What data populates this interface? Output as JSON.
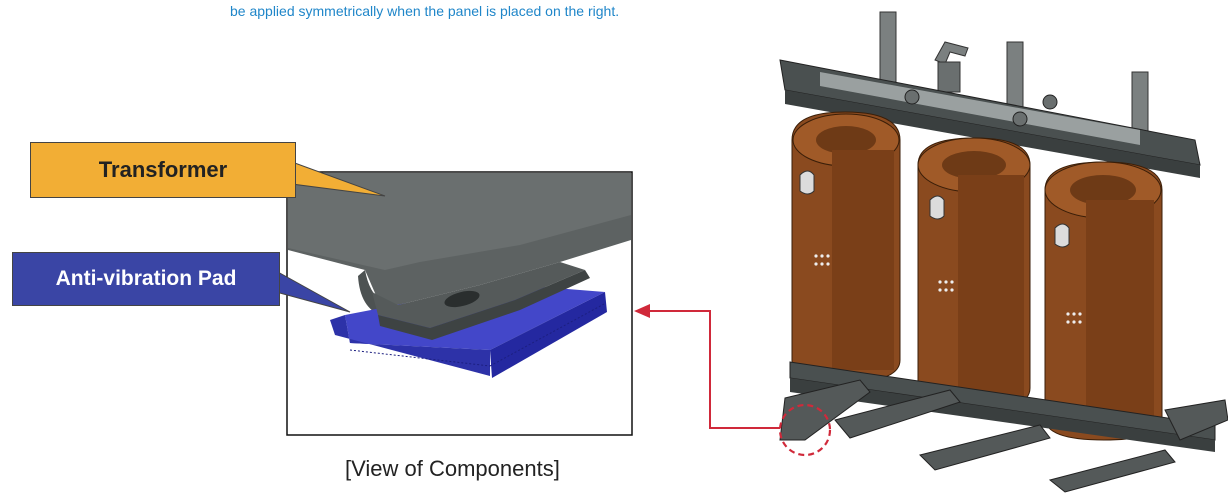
{
  "top_note": "be applied symmetrically when the panel is placed on the right.",
  "callouts": {
    "transformer": "Transformer",
    "anti_vibration_pad": "Anti-vibration Pad"
  },
  "caption": "[View of Components]",
  "colors": {
    "note_text": "#1f86c9",
    "transformer_callout": "#f2ae35",
    "pad_callout": "#3a45a5",
    "pad": "#3b3fbf",
    "coil": "#8a4a1f",
    "frame": "#4a5050",
    "arrow": "#d0293a"
  }
}
